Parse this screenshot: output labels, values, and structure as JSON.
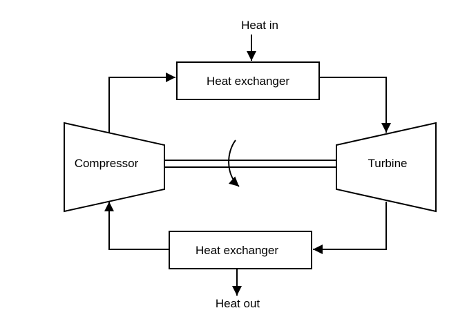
{
  "diagram": {
    "heat_in_label": "Heat in",
    "heat_out_label": "Heat out",
    "top_exchanger_label": "Heat exchanger",
    "bottom_exchanger_label": "Heat exchanger",
    "compressor_label": "Compressor",
    "turbine_label": "Turbine"
  },
  "colors": {
    "stroke": "#000000",
    "background": "#ffffff"
  }
}
